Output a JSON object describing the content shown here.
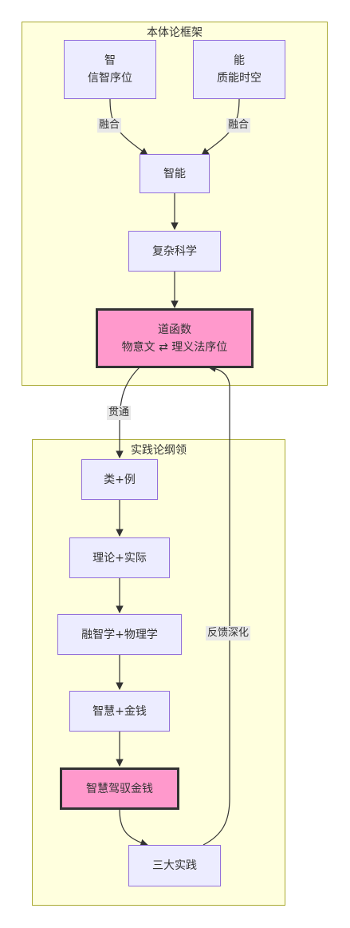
{
  "clusters": {
    "ontology": {
      "title": "本体论框架"
    },
    "practice": {
      "title": "实践论纲领"
    }
  },
  "nodes": {
    "zhi": {
      "line1": "智",
      "line2": "信智序位"
    },
    "neng": {
      "line1": "能",
      "line2": "质能时空"
    },
    "zhineng": {
      "label": "智能"
    },
    "complex": {
      "label": "复杂科学"
    },
    "dao": {
      "line1": "道函数",
      "line2": "物意文 ⇄ 理义法序位"
    },
    "lei": {
      "label": "类+例"
    },
    "theory": {
      "label": "理论+实际"
    },
    "fuse": {
      "label": "融智学+物理学"
    },
    "wisdom": {
      "label": "智慧+金钱"
    },
    "drive": {
      "label": "智慧驾驭金钱"
    },
    "three": {
      "label": "三大实践"
    }
  },
  "edge_labels": {
    "fuse_left": "融合",
    "fuse_right": "融合",
    "through": "贯通",
    "feedback": "反馈深化"
  },
  "colors": {
    "cluster_fill": "#ffffde",
    "cluster_border": "#aaaa33",
    "node_fill": "#ececff",
    "node_border": "#9370db",
    "highlight_fill": "#ff99cc",
    "highlight_border": "#333333",
    "edge": "#333333"
  }
}
